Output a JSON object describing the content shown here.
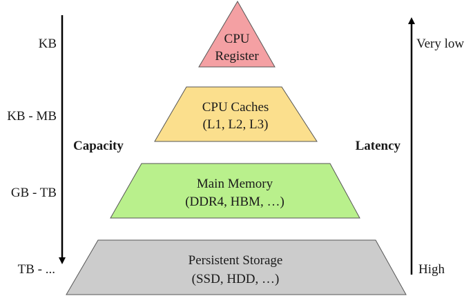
{
  "tiers": [
    {
      "line1": "CPU",
      "line2": "Register",
      "color": "#f4a0a3"
    },
    {
      "line1": "CPU Caches",
      "line2": "(L1, L2, L3)",
      "color": "#fbdf8d"
    },
    {
      "line1": "Main Memory",
      "line2": "(DDR4, HBM, …)",
      "color": "#b9f08c"
    },
    {
      "line1": "Persistent Storage",
      "line2": "(SSD, HDD, …)",
      "color": "#cccccc"
    }
  ],
  "capacity": {
    "title": "Capacity",
    "labels": [
      "KB",
      "KB - MB",
      "GB - TB",
      "TB - ..."
    ]
  },
  "latency": {
    "title": "Latency",
    "top_label": "Very low",
    "bottom_label": "High"
  }
}
